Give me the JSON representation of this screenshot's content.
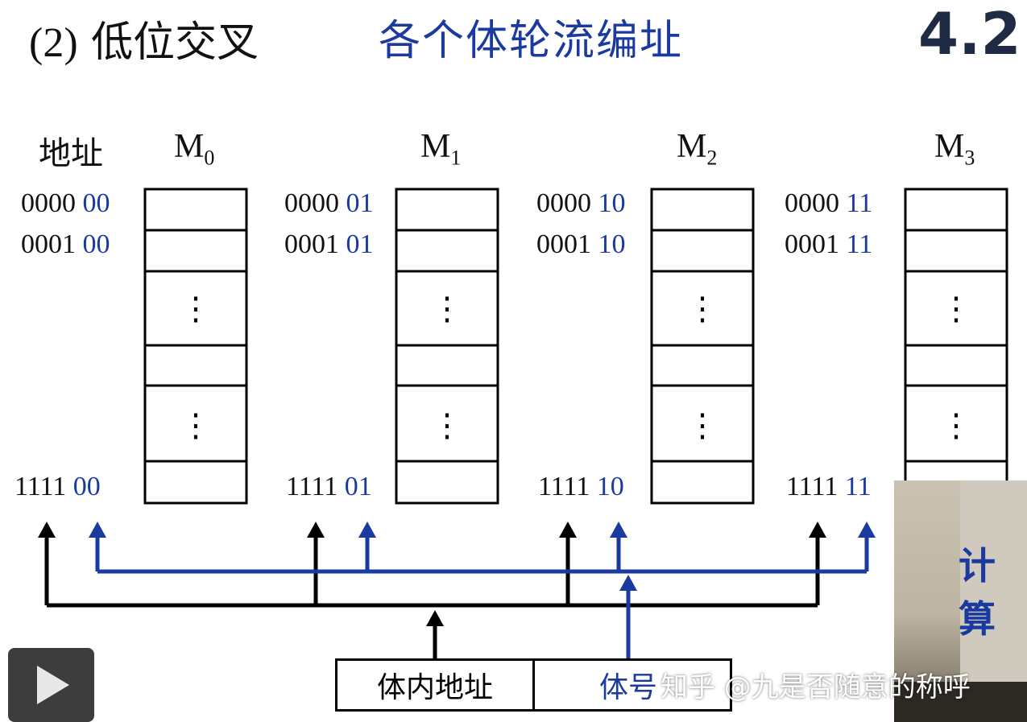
{
  "header": {
    "left_paren": "(2)",
    "left_title": "低位交叉",
    "main_title": "各个体轮流编址",
    "section": "4.2"
  },
  "address_label": "地址",
  "modules": [
    {
      "name": "M",
      "sub": "0",
      "addresses": [
        {
          "high": "0000",
          "bank": "00"
        },
        {
          "high": "0001",
          "bank": "00"
        },
        {
          "high": "1111",
          "bank": "00"
        }
      ]
    },
    {
      "name": "M",
      "sub": "1",
      "addresses": [
        {
          "high": "0000",
          "bank": "01"
        },
        {
          "high": "0001",
          "bank": "01"
        },
        {
          "high": "1111",
          "bank": "01"
        }
      ]
    },
    {
      "name": "M",
      "sub": "2",
      "addresses": [
        {
          "high": "0000",
          "bank": "10"
        },
        {
          "high": "0001",
          "bank": "10"
        },
        {
          "high": "1111",
          "bank": "10"
        }
      ]
    },
    {
      "name": "M",
      "sub": "3",
      "addresses": [
        {
          "high": "0000",
          "bank": "11"
        },
        {
          "high": "0001",
          "bank": "11"
        },
        {
          "high": "1111",
          "bank": "11"
        }
      ]
    }
  ],
  "ellipsis": "⋮",
  "address_register": {
    "field_low": "体内地址",
    "field_high": "体号"
  },
  "video": {
    "sign_text": "计算"
  },
  "watermark": "知乎 @九是否随意的称呼",
  "colors": {
    "blue": "#1b3aa0",
    "black": "#000000"
  }
}
